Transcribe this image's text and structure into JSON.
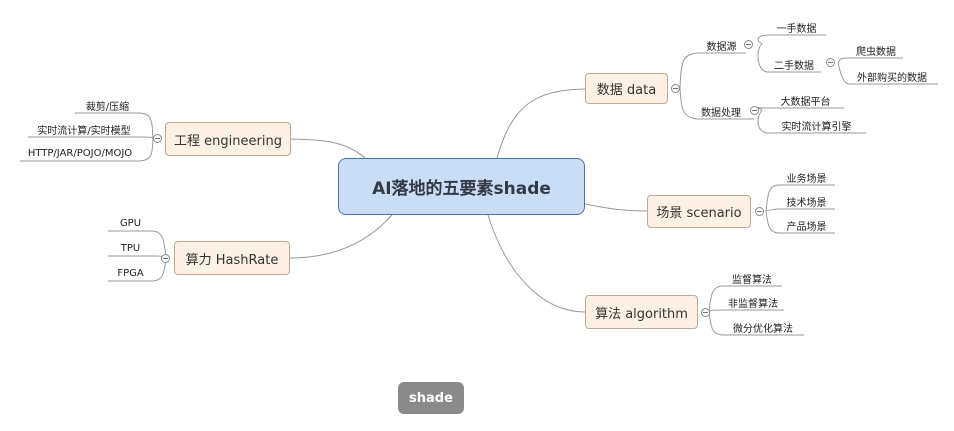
{
  "central": "AI落地的五要素shade",
  "badge": "shade",
  "branches": {
    "data": {
      "label": "数据 data"
    },
    "engineering": {
      "label": "工程 engineering"
    },
    "scenario": {
      "label": "场景 scenario"
    },
    "hashrate": {
      "label": "算力  HashRate"
    },
    "algorithm": {
      "label": "算法 algorithm"
    }
  },
  "subs": {
    "data_source": "数据源",
    "first_hand": "一手数据",
    "second_hand": "二手数据",
    "crawler": "爬虫数据",
    "purchased": "外部购买的数据",
    "data_processing": "数据处理",
    "bigdata_platform": "大数据平台",
    "realtime_engine": "实时流计算引擎",
    "cut_compress": "裁剪/压缩",
    "realtime_model": "实时流计算/实时模型",
    "formats": "HTTP/JAR/POJO/MOJO",
    "business_scene": "业务场景",
    "tech_scene": "技术场景",
    "product_scene": "产品场景",
    "gpu": "GPU",
    "tpu": "TPU",
    "fpga": "FPGA",
    "supervised": "监督算法",
    "unsupervised": "非监督算法",
    "micro_opt": "微分优化算法"
  }
}
